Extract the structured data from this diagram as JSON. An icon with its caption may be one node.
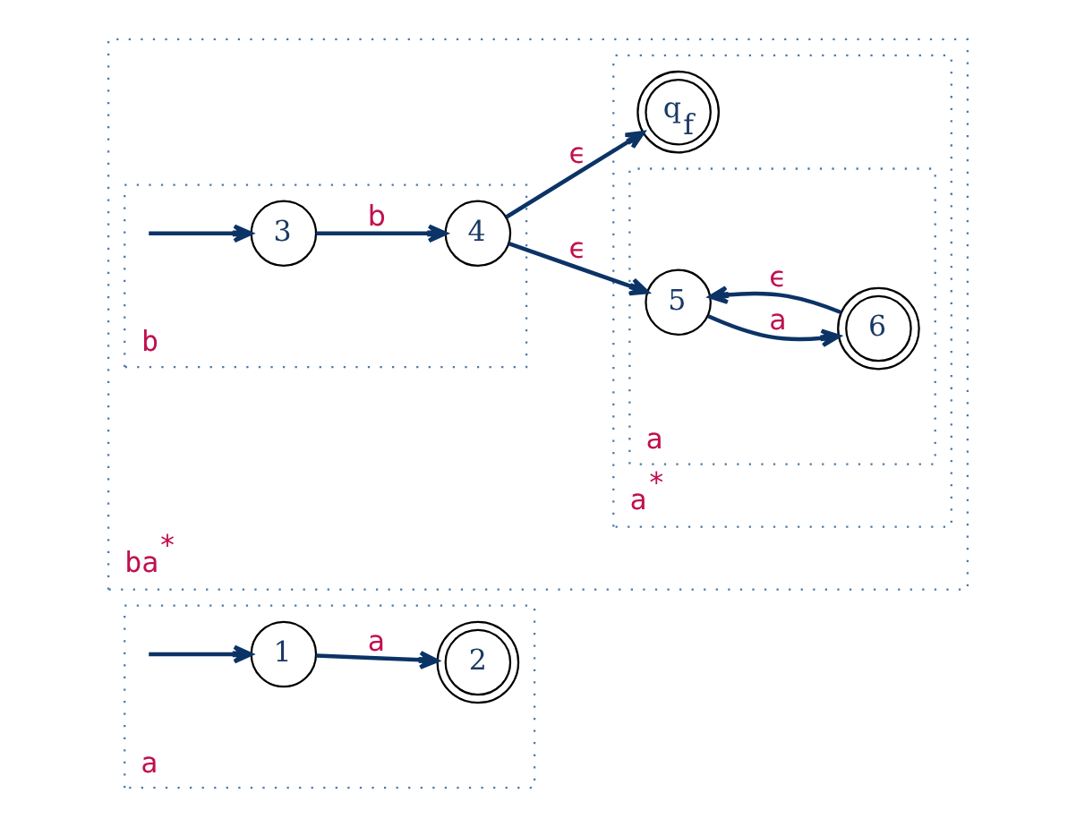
{
  "diagram": {
    "nodes": [
      {
        "text": [
          "a"
        ]
      },
      {
        "text": [
          "1"
        ],
        "in": 0
      },
      {
        "text": [
          "2"
        ],
        "in": 0
      },
      {
        "text": [
          "ba$^{*}$"
        ]
      },
      {
        "text": [
          "b"
        ],
        "in": 3
      },
      {
        "text": [
          "3"
        ],
        "in": 4
      },
      {
        "text": [
          "4"
        ],
        "in": 4
      },
      {
        "text": [
          "a$^{*}$"
        ],
        "in": 3
      },
      {
        "text": [
          "a"
        ],
        "in": 7
      },
      {
        "text": [
          "5"
        ],
        "in": 8
      },
      {
        "text": [
          "6"
        ],
        "in": 8
      },
      {
        "text": [
          "q$_{f}$"
        ],
        "in": 7
      }
    ],
    "edges": [
      {
        "from": null,
        "to": 1,
        "arrow": "to"
      },
      {
        "from": 1,
        "to": 2,
        "arrow": "to",
        "label": "a"
      },
      {
        "from": null,
        "to": 5,
        "arrow": "to"
      },
      {
        "from": 5,
        "to": 6,
        "arrow": "to",
        "label": "b"
      },
      {
        "from": 6,
        "to": 9,
        "arrow": "to",
        "label": "ϵ"
      },
      {
        "from": 9,
        "to": 10,
        "arrow": "to",
        "label": "a"
      },
      {
        "from": 10,
        "to": 9,
        "arrow": "to",
        "label": "ϵ"
      },
      {
        "from": 6,
        "to": 11,
        "arrow": "to",
        "label": "ϵ"
      }
    ]
  }
}
